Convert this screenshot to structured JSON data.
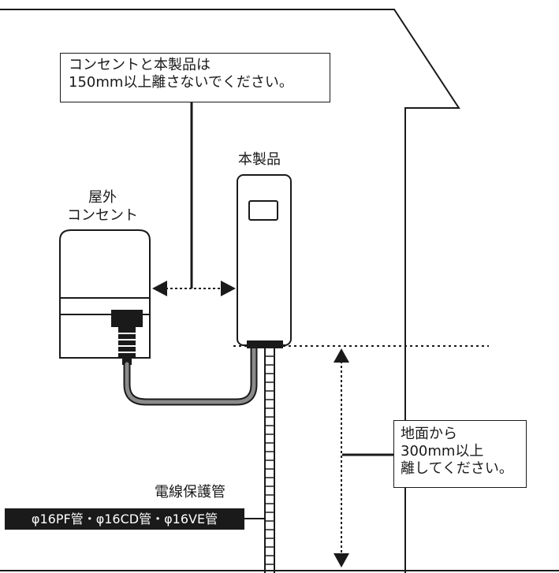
{
  "labels": {
    "outlet_label": [
      "屋外",
      "コンセント"
    ],
    "product_label": "本製品",
    "distance_note": [
      "コンセントと本製品は",
      "150mm以上離さないでください。"
    ],
    "height_note": [
      "地面から",
      "300mm以上",
      "離してください。"
    ],
    "conduit_label": "電線保護管",
    "conduit_types": "φ16PF管・φ16CD管・φ16VE管"
  }
}
